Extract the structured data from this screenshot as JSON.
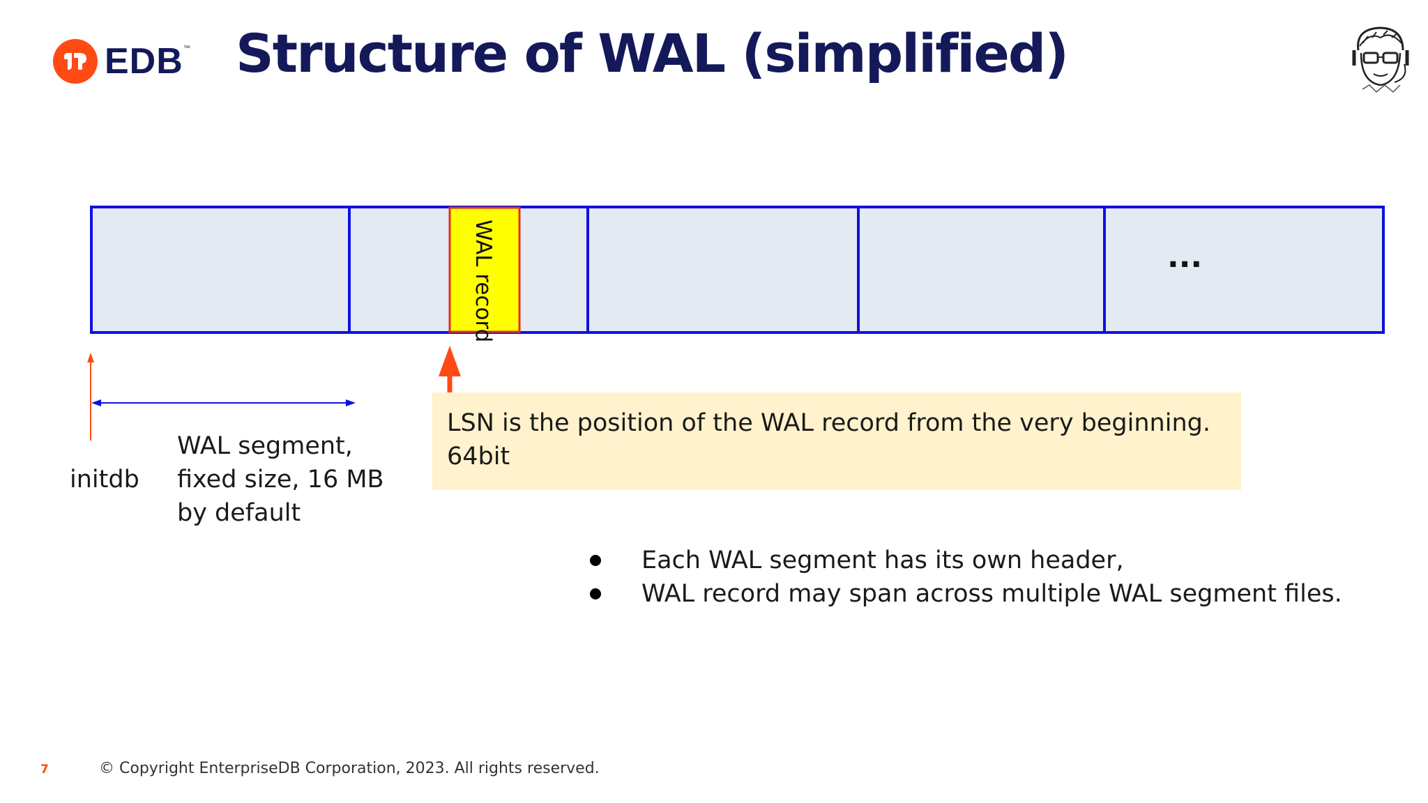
{
  "slide": {
    "title": "Structure of WAL (simplified)",
    "page_number": "7",
    "copyright": "© Copyright EnterpriseDB Corporation, 2023. All rights reserved."
  },
  "logo": {
    "text": "EDB",
    "trademark": "™"
  },
  "colors": {
    "brand_orange": "#ff4a14",
    "title_navy": "#14195a",
    "segment_fill": "#e3eaf1",
    "segment_border": "#1010e0",
    "record_fill": "#ffff00",
    "record_border": "#e03020",
    "lsn_arrow": "#ff4a14",
    "callout_fill": "#fff2cc"
  },
  "diagram": {
    "wal_record_label": "WAL record",
    "ellipsis": "...",
    "segment_label_lines": [
      "WAL segment,",
      "fixed size, 16 MB",
      "by default"
    ],
    "initdb_label": "initdb",
    "lsn_callout_lines": [
      "LSN is the position of the WAL record from the very beginning.",
      "64bit"
    ]
  },
  "bullets": [
    "Each WAL segment has its own header,",
    "WAL record may span across multiple WAL segment files."
  ]
}
